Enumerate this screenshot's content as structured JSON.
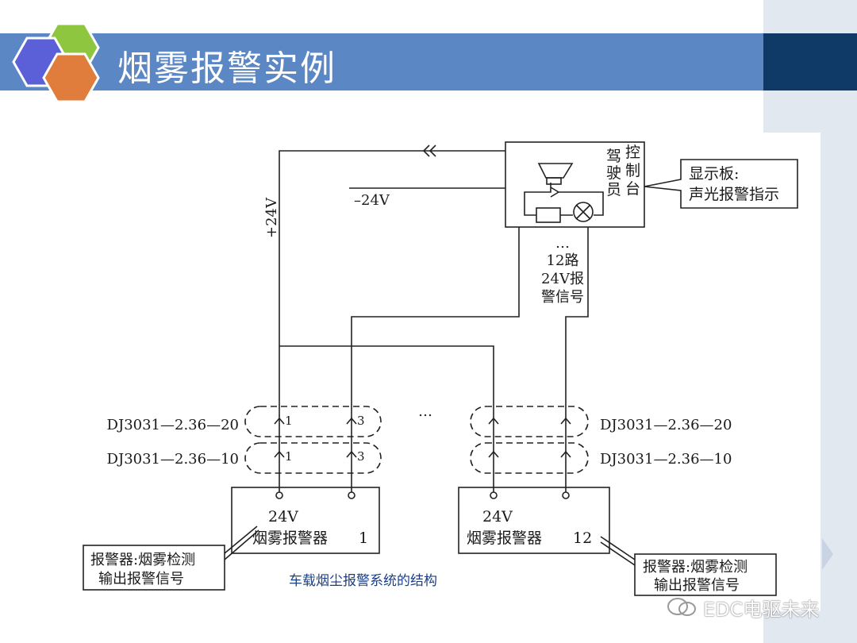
{
  "slide": {
    "title": "烟雾报警实例",
    "colors": {
      "title_bar": "#5b87c4",
      "title_dark": "#0f3a67",
      "hex_green": "#8ec63f",
      "hex_blue": "#5b5fd8",
      "hex_orange": "#e07d3c",
      "right_panel": "#e2e8f0"
    }
  },
  "diagram": {
    "console_label": [
      "驾",
      "驶",
      "员",
      "控",
      "制",
      "台"
    ],
    "display_label": [
      "显示板:",
      "声光报警指示"
    ],
    "neg_voltage": "–24V",
    "pos_voltage": "+24V",
    "signal_label": [
      "…",
      "12路",
      "24V报",
      "警信号"
    ],
    "ellipsis": "…",
    "connector_left_top": "DJ3031—2.36—20",
    "connector_left_bottom": "DJ3031—2.36—10",
    "connector_right_top": "DJ3031—2.36—20",
    "connector_right_bottom": "DJ3031—2.36—10",
    "pin_top_1": "1",
    "pin_top_3": "3",
    "pin_bot_1": "1",
    "pin_bot_3": "3",
    "alarm_left": {
      "voltage": "24V",
      "name": "烟雾报警器",
      "number": "1"
    },
    "alarm_right": {
      "voltage": "24V",
      "name": "烟雾报警器",
      "number": "12"
    },
    "callout_left": [
      "报警器:烟雾检测",
      "输出报警信号"
    ],
    "callout_right": [
      "报警器:烟雾检测",
      "输出报警信号"
    ],
    "caption": "车载烟尘报警系统的结构"
  },
  "watermark": "EDC电驱未来"
}
